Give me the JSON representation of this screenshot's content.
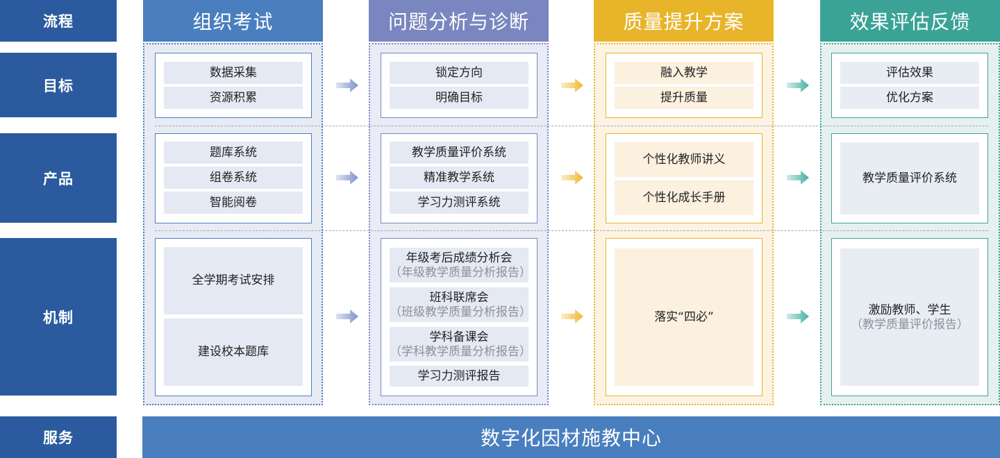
{
  "rows": {
    "process": "流程",
    "goal": "目标",
    "product": "产品",
    "mechanism": "机制",
    "service": "服务"
  },
  "columns": [
    {
      "title": "组织考试",
      "head_color": "#4a7fbf",
      "goal": [
        "数据采集",
        "资源积累"
      ],
      "product": [
        "题库系统",
        "组卷系统",
        "智能阅卷"
      ],
      "mechanism": [
        {
          "main": "全学期考试安排"
        },
        {
          "main": "建设校本题库"
        }
      ]
    },
    {
      "title": "问题分析与诊断",
      "head_color": "#7a86bf",
      "goal": [
        "锁定方向",
        "明确目标"
      ],
      "product": [
        "教学质量评价系统",
        "精准教学系统",
        "学习力测评系统"
      ],
      "mechanism": [
        {
          "main": "年级考后成绩分析会",
          "sub": "（年级教学质量分析报告）"
        },
        {
          "main": "班科联席会",
          "sub": "（班级教学质量分析报告）"
        },
        {
          "main": "学科备课会",
          "sub": "（学科教学质量分析报告）"
        },
        {
          "main": "学习力测评报告"
        }
      ]
    },
    {
      "title": "质量提升方案",
      "head_color": "#e8b42a",
      "goal": [
        "融入教学",
        "提升质量"
      ],
      "product": [
        "个性化教师讲义",
        "个性化成长手册"
      ],
      "mechanism": [
        {
          "main": "落实“四必”"
        }
      ]
    },
    {
      "title": "效果评估反馈",
      "head_color": "#3aa395",
      "goal": [
        "评估效果",
        "优化方案"
      ],
      "product": [
        "教学质量评价系统"
      ],
      "mechanism": [
        {
          "main": "激励教师、学生",
          "sub": "（教学质量评价报告）"
        }
      ]
    }
  ],
  "service_label": "数字化因材施教中心",
  "colors": {
    "row_label_bg": "#2b5b9e",
    "service_bg": "#4a7fbf",
    "blue_item": "#e5e9f3",
    "yellow_item": "#fcf0df",
    "green_item": "#e8edf4",
    "arrow_blue": "#7f93c9",
    "arrow_yellow": "#f0b832",
    "arrow_green": "#45b0a6"
  }
}
